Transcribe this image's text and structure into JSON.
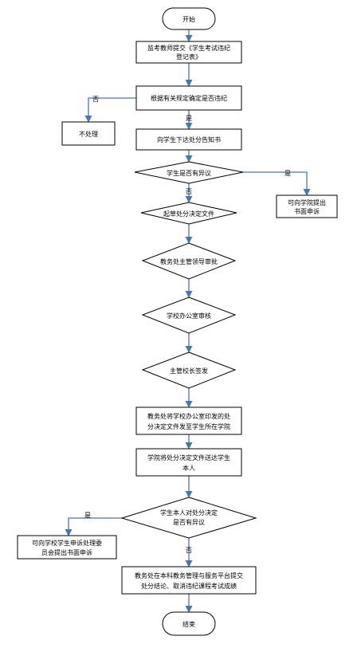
{
  "nodes": {
    "start": "开始",
    "submit_1": "监考教师提交《学生考试违纪",
    "submit_2": "登记表》",
    "judge": "根据有关规定确定是否违纪",
    "no_action": "不处理",
    "notify": "向学生下达处分告知书",
    "objection": "学生是否有异议",
    "appeal_college_1": "可向学院提出",
    "appeal_college_2": "书面申诉",
    "draft": "起草处分决定文件",
    "approve": "教务处主管领导审批",
    "office_review": "学校办公室审核",
    "principal_sign": "主管校长签发",
    "issue_1": "教务处将学校办公室印发的处",
    "issue_2": "分决定文件发至学生所在学院",
    "deliver_1": "学院将处分决定文件送达学生",
    "deliver_2": "本人",
    "final_objection_1": "学生本人对处分决定",
    "final_objection_2": "是否有异议",
    "appeal_committee_1": "可向学校学生申诉处理委",
    "appeal_committee_2": "员会提出书面申诉",
    "submit_platform_1": "教务处在本科教务管理与服务平台提交",
    "submit_platform_2": "处分结论、取消违纪课程考试成绩",
    "end": "结束"
  },
  "edges": {
    "no": "否",
    "yes": "是"
  },
  "colors": {
    "arrow": "#4a73b8",
    "outline": "#000000"
  }
}
